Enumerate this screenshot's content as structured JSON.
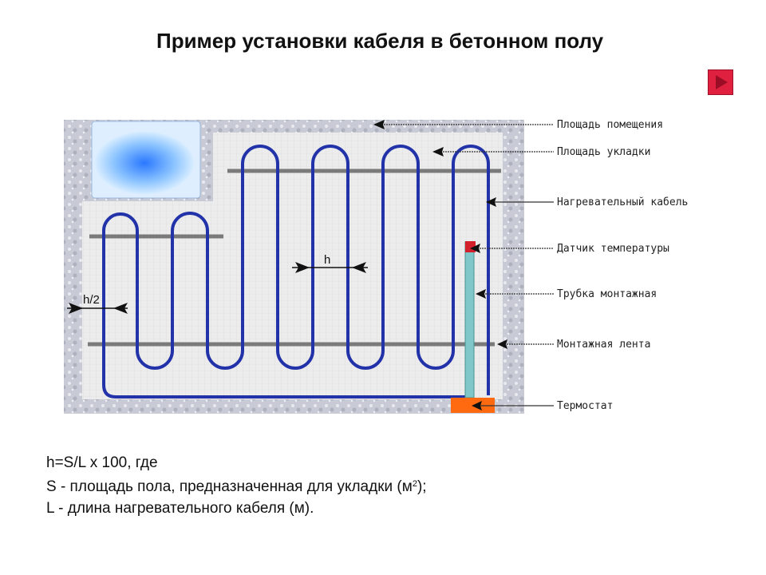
{
  "slide": {
    "title": "Пример установки кабеля в бетонном полу"
  },
  "nav": {
    "next_icon": "play-triangle-icon",
    "color": "#e0203f"
  },
  "diagram": {
    "labels": {
      "room_area": "Площадь помещения",
      "laying_area": "Площадь укладки",
      "heating_cable": "Нагревательный кабель",
      "temp_sensor": "Датчик температуры",
      "mount_tube": "Трубка монтажная",
      "mount_tape": "Монтажная лента",
      "thermostat": "Термостат"
    },
    "dim_h": "h",
    "dim_h2": "h/2",
    "colors": {
      "cable": "#2233aa",
      "concrete": "#c9ccd6",
      "laying_area": "#ebebeb",
      "tape": "#7a7a7a",
      "tube": "#7fc7c8",
      "sensor": "#d4202a",
      "thermostat": "#ff6a10",
      "bath": "#5aa8ff"
    }
  },
  "formula": {
    "line1": "h=S/L x 100, где",
    "line2_pre": "S - площадь пола, предназначенная для укладки (м",
    "line2_sup": "2",
    "line2_post": ");",
    "line3": "L - длина нагревательного кабеля (м)."
  }
}
